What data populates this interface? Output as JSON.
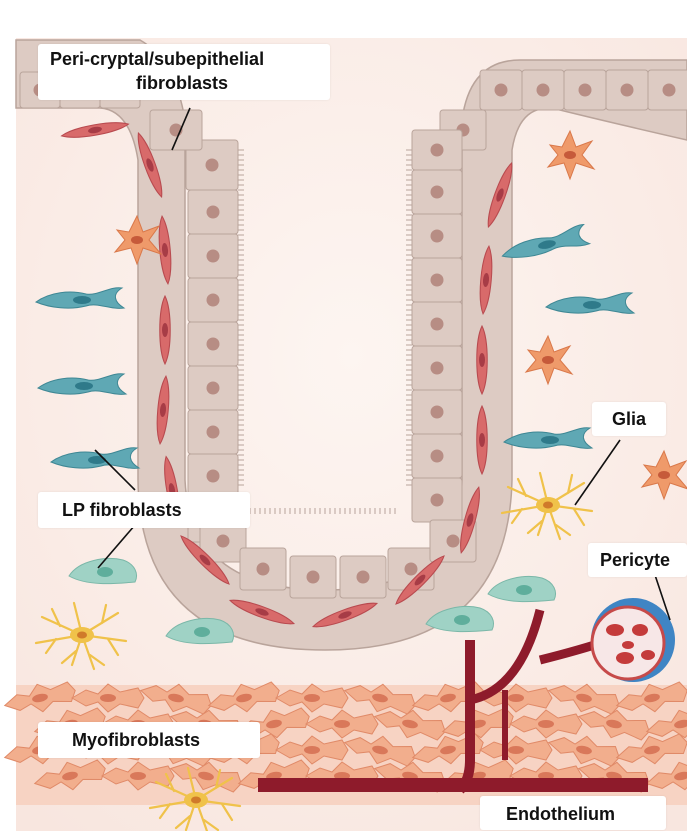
{
  "labels": {
    "pericryptal_line1": "Peri-cryptal/subepithelial",
    "pericryptal_line2": "fibroblasts",
    "lp_fibroblasts": "LP fibroblasts",
    "glia": "Glia",
    "pericyte": "Pericyte",
    "myofibroblasts": "Myofibroblasts",
    "endothelium": "Endothelium"
  },
  "colors": {
    "background": "#fbeee9",
    "epithelium": "#ddcbc3",
    "epithelium_border": "#b9a49b",
    "nucleus": "#b78d84",
    "subepithelial_fibroblast": "#d86a6a",
    "lp_fibroblast": "#5fa8b4",
    "lp_fibroblast_light": "#9fd2c5",
    "stellate_cell": "#ef9a6a",
    "glia": "#f0c24a",
    "myofibroblast": "#f2ae8d",
    "vessel": "#8e1b2b",
    "pericyte": "#3f85c4"
  }
}
